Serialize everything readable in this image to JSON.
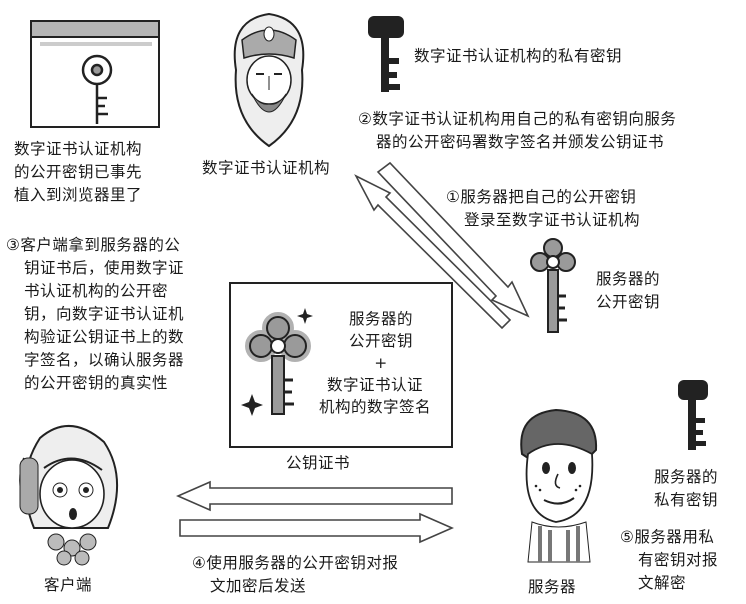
{
  "labels": {
    "browser_note": [
      "数字证书认证机构",
      "的公开密钥已事先",
      "植入到浏览器里了"
    ],
    "ca_label": "数字证书认证机构",
    "ca_private_key": "数字证书认证机构的私有密钥",
    "step2": [
      "②数字证书认证机构用自己的私有密钥向服务",
      "器的公开密码署数字签名并颁发公钥证书"
    ],
    "step1": [
      "①服务器把自己的公开密钥",
      "登录至数字证书认证机构"
    ],
    "server_public_key": [
      "服务器的",
      "公开密钥"
    ],
    "step3": [
      "③客户端拿到服务器的公",
      "钥证书后，使用数字证",
      "书认证机构的公开密",
      "钥，向数字证书认证机",
      "构验证公钥证书上的数",
      "字签名，以确认服务器",
      "的公开密钥的真实性"
    ],
    "certificate_content": [
      "服务器的",
      "公开密钥",
      "+",
      "数字证书认证",
      "机构的数字签名"
    ],
    "certificate_label": "公钥证书",
    "server_private_key": [
      "服务器的",
      "私有密钥"
    ],
    "step5": [
      "⑤服务器用私",
      "有密钥对报",
      "文解密"
    ],
    "step4": [
      "④使用服务器的公开密钥对报",
      "文加密后发送"
    ],
    "client_label": "客户端",
    "server_label": "服务器"
  },
  "icons": {
    "browser": "browser-window-icon",
    "public_key": "public-key-icon",
    "private_key": "private-key-icon",
    "ca": "ca-person-icon",
    "client": "client-person-icon",
    "server": "server-person-icon"
  },
  "colors": {
    "ink": "#1a1a1a",
    "arrow_fill": "#ffffff",
    "key_dark": "#222222",
    "key_light": "#9a9a9a",
    "browser_bar": "#b5b5b5"
  }
}
